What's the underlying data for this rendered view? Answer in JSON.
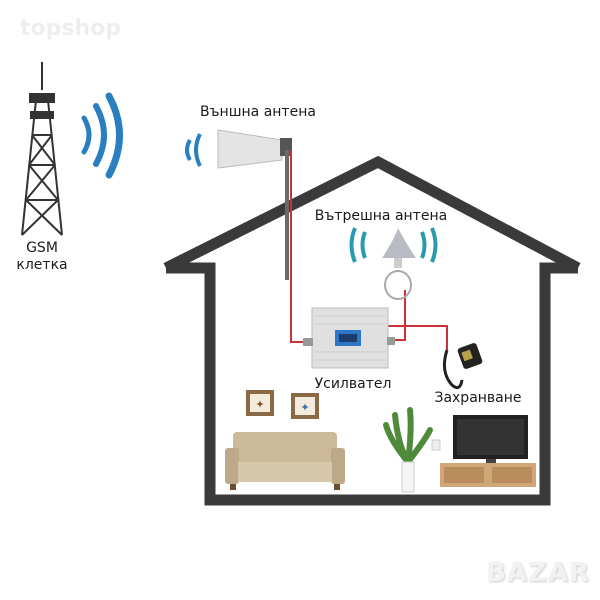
{
  "watermark": "topshop",
  "logo": "BAZAR",
  "labels": {
    "tower": "GSM",
    "tower_sub": "клетка",
    "outdoor_antenna": "Външна антена",
    "indoor_antenna": "Вътрешна антена",
    "amplifier": "Усилвател",
    "power": "Захранване"
  },
  "colors": {
    "wall": "#3a3a3a",
    "cable": "#c8323a",
    "wave": "#2a7fc0"
  }
}
